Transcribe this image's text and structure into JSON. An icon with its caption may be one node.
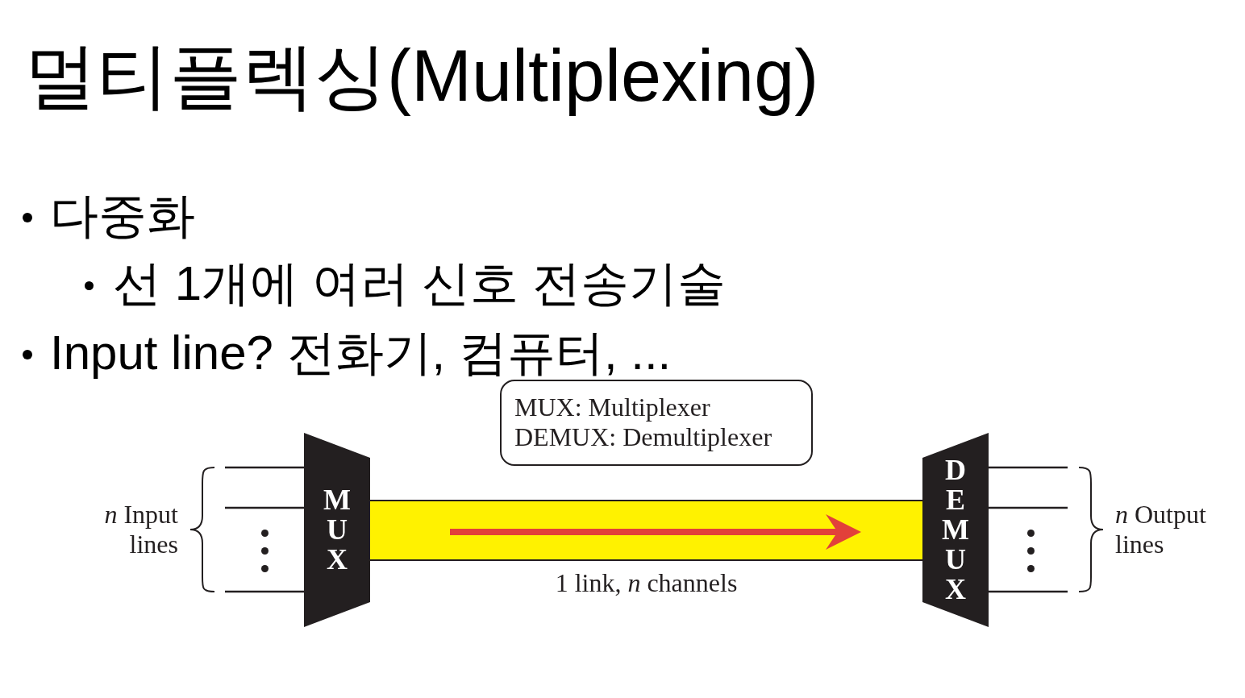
{
  "diagram": {
    "title": "멀티플렉싱(Multiplexing)",
    "nodes": [
      {
        "text": [
          "MUX: Multiplexer",
          "DEMUX: Demultiplexer"
        ]
      },
      {
        "text": [
          "M U X"
        ]
      },
      {
        "text": [
          "D E M U X"
        ]
      }
    ],
    "edges": [
      {
        "from": null,
        "to": 1,
        "arrow": "none"
      },
      {
        "from": null,
        "to": 1,
        "arrow": "none"
      },
      {
        "from": null,
        "to": 1,
        "arrow": "none"
      },
      {
        "from": 1,
        "to": 2,
        "arrow": "none",
        "label": "1 link, *n* channels",
        "style": "thick",
        "color": "#fff200"
      },
      {
        "from": 2,
        "to": null,
        "arrow": "none"
      },
      {
        "from": 2,
        "to": null,
        "arrow": "none"
      },
      {
        "from": 2,
        "to": null,
        "arrow": "none"
      }
    ],
    "labels": [
      "다중화",
      "선 1개에 여러 신호 전송기술",
      "Input line? 전화기, 컴퓨터, ...",
      "*n* Input lines",
      "*n* Output lines"
    ]
  }
}
